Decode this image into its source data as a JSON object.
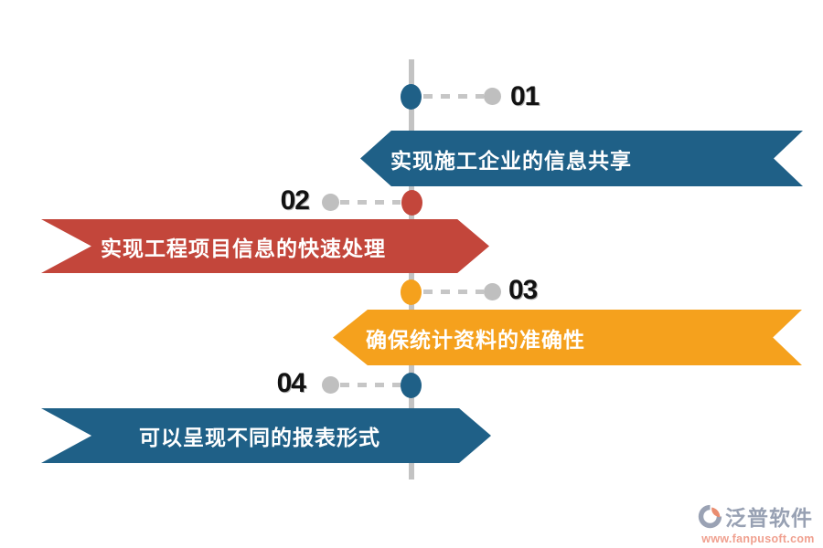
{
  "colors": {
    "line": "#C3C3C3",
    "dash": "#C6C6C6",
    "gray_dot": "#BFBFBF",
    "number": "#121212",
    "blue": "#1F6087",
    "red": "#C3463B",
    "orange": "#F5A11D"
  },
  "timeline": {
    "items": [
      {
        "number": "01",
        "label": "实现施工企业的信息共享",
        "color": "#1F6087",
        "side": "right"
      },
      {
        "number": "02",
        "label": "实现工程项目信息的快速处理",
        "color": "#C3463B",
        "side": "left"
      },
      {
        "number": "03",
        "label": "确保统计资料的准确性",
        "color": "#F5A11D",
        "side": "right"
      },
      {
        "number": "04",
        "label": "可以呈现不同的报表形式",
        "color": "#1F6087",
        "side": "left"
      }
    ]
  },
  "watermark": {
    "brand": "泛普软件",
    "url": "www.fanpusoft.com",
    "brand_color": "#98A1B3",
    "url_color": "#F0A08F",
    "icon_gray": "#9AA2B4",
    "icon_orange": "#E98D70"
  }
}
